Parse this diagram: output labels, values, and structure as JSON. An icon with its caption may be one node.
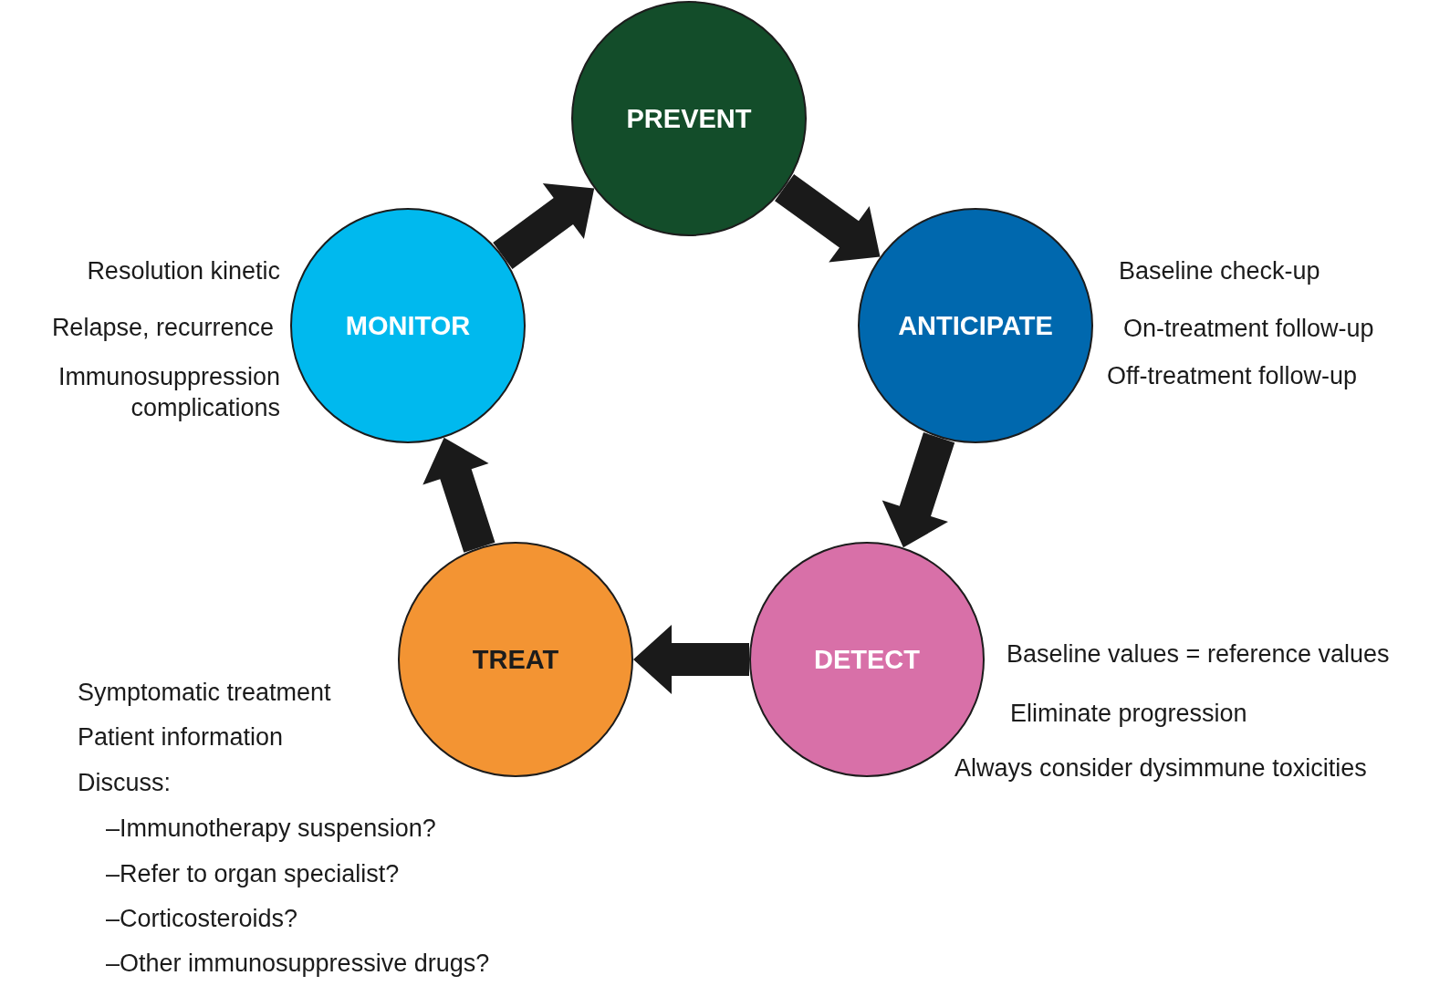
{
  "diagram": {
    "nodes": [
      {
        "text": [
          "PREVENT"
        ]
      },
      {
        "text": [
          "ANTICIPATE"
        ],
        "beside": [
          "Baseline check-up",
          "On-treatment follow-up",
          "Off-treatment follow-up"
        ]
      },
      {
        "text": [
          "DETECT"
        ],
        "beside": [
          "Baseline values = reference values",
          "Eliminate progression",
          "Always consider dysimmune toxicities"
        ]
      },
      {
        "text": [
          "TREAT"
        ],
        "beside": [
          "Symptomatic treatment",
          "Patient information",
          "Discuss:",
          "–Immunotherapy suspension?",
          "–Refer to organ specialist?",
          "–Corticosteroids?",
          "–Other immunosuppressive drugs?"
        ]
      },
      {
        "text": [
          "MONITOR"
        ],
        "beside": [
          "Resolution kinetic",
          "Relapse, recurrence",
          "Immunosuppression complications"
        ]
      }
    ],
    "edges": [
      {
        "from": 0,
        "to": 1,
        "arrow": "to",
        "style": "thick"
      },
      {
        "from": 1,
        "to": 2,
        "arrow": "to",
        "style": "thick"
      },
      {
        "from": 2,
        "to": 3,
        "arrow": "to",
        "style": "thick"
      },
      {
        "from": 3,
        "to": 4,
        "arrow": "to",
        "style": "thick"
      },
      {
        "from": 4,
        "to": 0,
        "arrow": "to",
        "style": "thick"
      }
    ]
  }
}
